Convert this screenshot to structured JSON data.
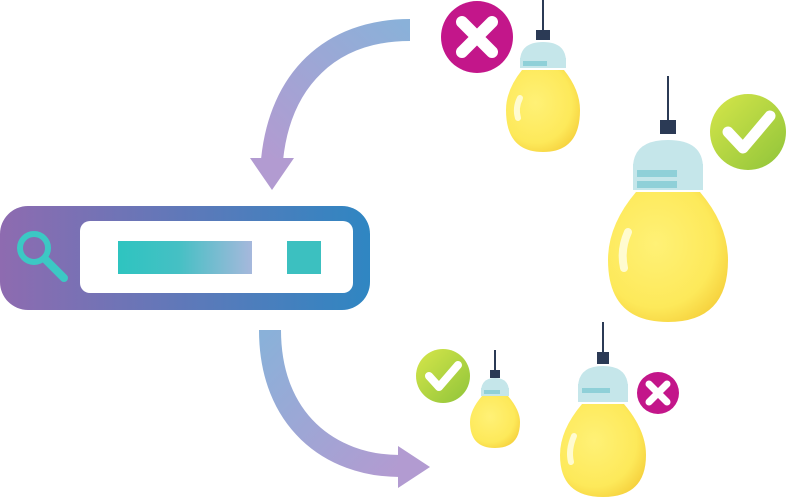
{
  "illustration": {
    "search_bar": {
      "icon": "search-icon",
      "has_text": false
    },
    "arrows": [
      "curved-arrow-left-down",
      "curved-arrow-down-right"
    ],
    "bulbs": [
      {
        "name": "bulb-top-small",
        "status": "rejected",
        "status_icon": "cross-icon"
      },
      {
        "name": "bulb-right-large",
        "status": "accepted",
        "status_icon": "check-icon"
      },
      {
        "name": "bulb-bottom-small",
        "status": "accepted",
        "status_icon": "check-icon"
      },
      {
        "name": "bulb-bottom-medium",
        "status": "rejected",
        "status_icon": "cross-icon"
      }
    ],
    "colors": {
      "bulb_yellow": "#fde95a",
      "bulb_shade": "#f8cf3e",
      "socket": "#c5e6ea",
      "socket_band": "#8fd0d8",
      "cord": "#2b3a55",
      "reject": "#c3168a",
      "accept_start": "#d6e64a",
      "accept_end": "#8fc43a",
      "search_start": "#8e6bb0",
      "search_end": "#2f86c2",
      "field_start": "#2ec4c0",
      "field_end": "#a6b8dc",
      "arrow_start": "#8ab1d9",
      "arrow_end": "#b29bd1"
    }
  }
}
